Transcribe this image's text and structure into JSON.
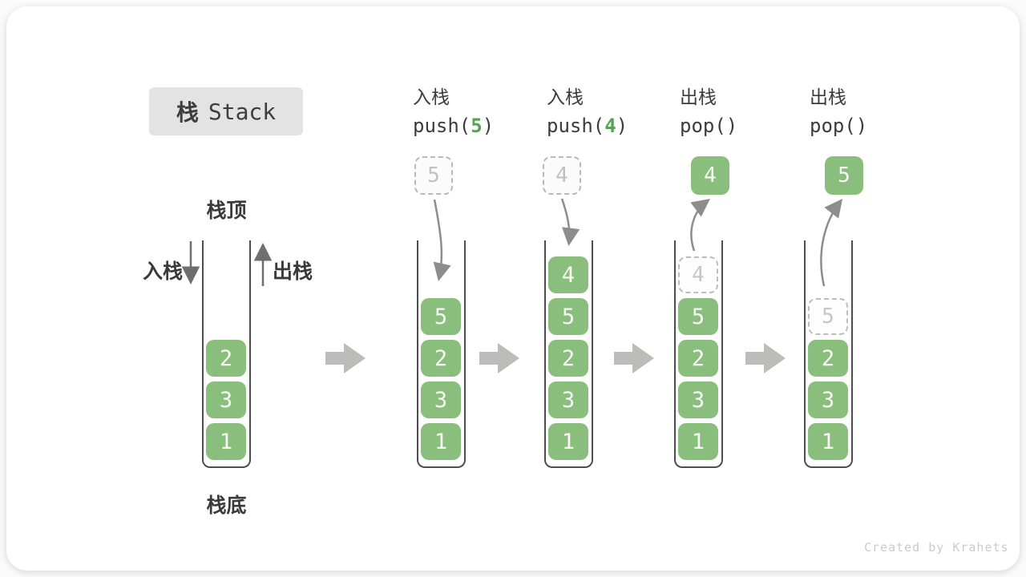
{
  "title": {
    "zh": "栈",
    "en": "Stack"
  },
  "labels": {
    "stack_top": "栈顶",
    "stack_bottom": "栈底",
    "push_side": "入栈",
    "pop_side": "出栈"
  },
  "operations": [
    {
      "name": "入栈",
      "code_prefix": "push(",
      "arg": "5",
      "code_suffix": ")"
    },
    {
      "name": "入栈",
      "code_prefix": "push(",
      "arg": "4",
      "code_suffix": ")"
    },
    {
      "name": "出栈",
      "code_prefix": "pop(",
      "arg": "",
      "code_suffix": ")"
    },
    {
      "name": "出栈",
      "code_prefix": "pop(",
      "arg": "",
      "code_suffix": ")"
    }
  ],
  "stacks": [
    {
      "items": [
        "2",
        "3",
        "1"
      ]
    },
    {
      "items": [
        "5",
        "2",
        "3",
        "1"
      ],
      "incoming": "5"
    },
    {
      "items": [
        "4",
        "5",
        "2",
        "3",
        "1"
      ],
      "incoming": "4"
    },
    {
      "items": [
        "5",
        "2",
        "3",
        "1"
      ],
      "ghost": "4",
      "outgoing": "4"
    },
    {
      "items": [
        "2",
        "3",
        "1"
      ],
      "ghost": "5",
      "outgoing": "5"
    }
  ],
  "watermark": "Created by Krahets",
  "colors": {
    "item_green": "#8abe7c",
    "arg_green": "#56a254",
    "ghost_gray": "#c1c1c1",
    "curve_arrow_gray": "#8d8d8d",
    "side_arrow_gray": "#6e6e6e",
    "block_arrow_gray": "#bcbcba",
    "text_dark": "#3a3a3a",
    "title_box_bg": "#e3e3e3",
    "watermark_gray": "#cbcbcb"
  }
}
